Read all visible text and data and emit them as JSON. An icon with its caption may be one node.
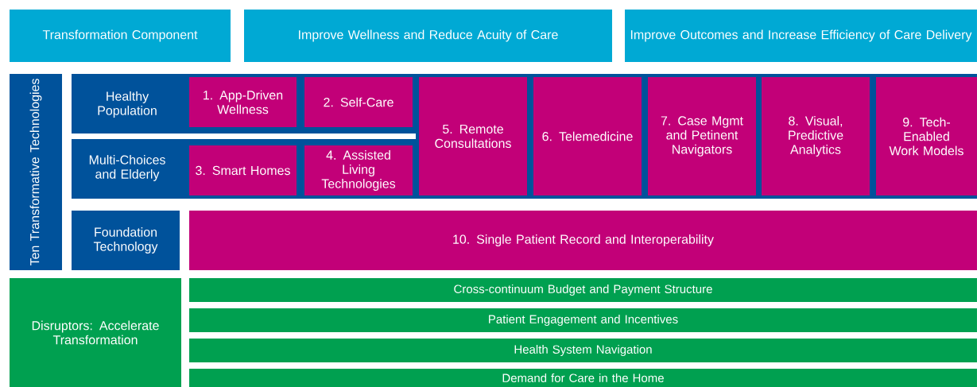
{
  "diagram": {
    "nodes": [
      {
        "text": [
          "Transformation Component"
        ]
      },
      {
        "text": [
          "Improve Wellness and Reduce Acuity of Care"
        ]
      },
      {
        "text": [
          "Improve Outcomes and Increase Efficiency of Care Delivery"
        ]
      },
      {
        "text": [
          "Ten Transformative Technologies"
        ]
      },
      {
        "text": [
          "Healthy Population"
        ]
      },
      {
        "text": [
          "Multi-Choices and Elderly"
        ]
      },
      {
        "text": [
          "Foundation Technology"
        ]
      },
      {
        "text": [
          "1. App-Driven Wellness"
        ]
      },
      {
        "text": [
          "2. Self-Care"
        ]
      },
      {
        "text": [
          "3. Smart Homes"
        ]
      },
      {
        "text": [
          "4. Assisted Living Technologies"
        ]
      },
      {
        "text": [
          "5. Remote Consultations"
        ]
      },
      {
        "text": [
          "6. Telemedicine"
        ]
      },
      {
        "text": [
          "7. Case Mgmt and Petinent Navigators"
        ]
      },
      {
        "text": [
          "8. Visual, Predictive Analytics"
        ]
      },
      {
        "text": [
          "9. Tech-Enabled Work Models"
        ]
      },
      {
        "text": [
          "10. Single Patient Record and Interoperability"
        ]
      },
      {
        "text": [
          "Disruptors: Accelerate Transformation"
        ]
      },
      {
        "text": [
          "Cross-continuum Budget and Payment Structure"
        ]
      },
      {
        "text": [
          "Patient Engagement and Incentives"
        ]
      },
      {
        "text": [
          "Health System Navigation"
        ]
      },
      {
        "text": [
          "Demand for Care in the Home"
        ]
      }
    ]
  }
}
